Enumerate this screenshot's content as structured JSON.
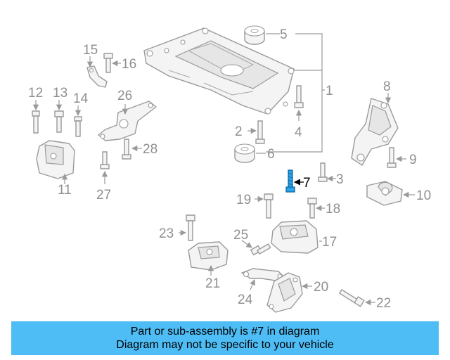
{
  "diagram": {
    "callouts": {
      "c1": "1",
      "c2": "2",
      "c3": "3",
      "c4": "4",
      "c5": "5",
      "c6": "6",
      "c7": "7",
      "c8": "8",
      "c9": "9",
      "c10": "10",
      "c11": "11",
      "c12": "12",
      "c13": "13",
      "c14": "14",
      "c15": "15",
      "c16": "16",
      "c17": "17",
      "c18": "18",
      "c19": "19",
      "c20": "20",
      "c21": "21",
      "c22": "22",
      "c23": "23",
      "c24": "24",
      "c25": "25",
      "c26": "26",
      "c27": "27",
      "c28": "28"
    },
    "highlight_color": "#2aa3e8",
    "line_color": "#9a9a9a"
  },
  "banner": {
    "line1": "Part or sub-assembly is #7 in diagram",
    "line2": "Diagram may not be specific to your vehicle",
    "background": "#4fbdf5"
  }
}
